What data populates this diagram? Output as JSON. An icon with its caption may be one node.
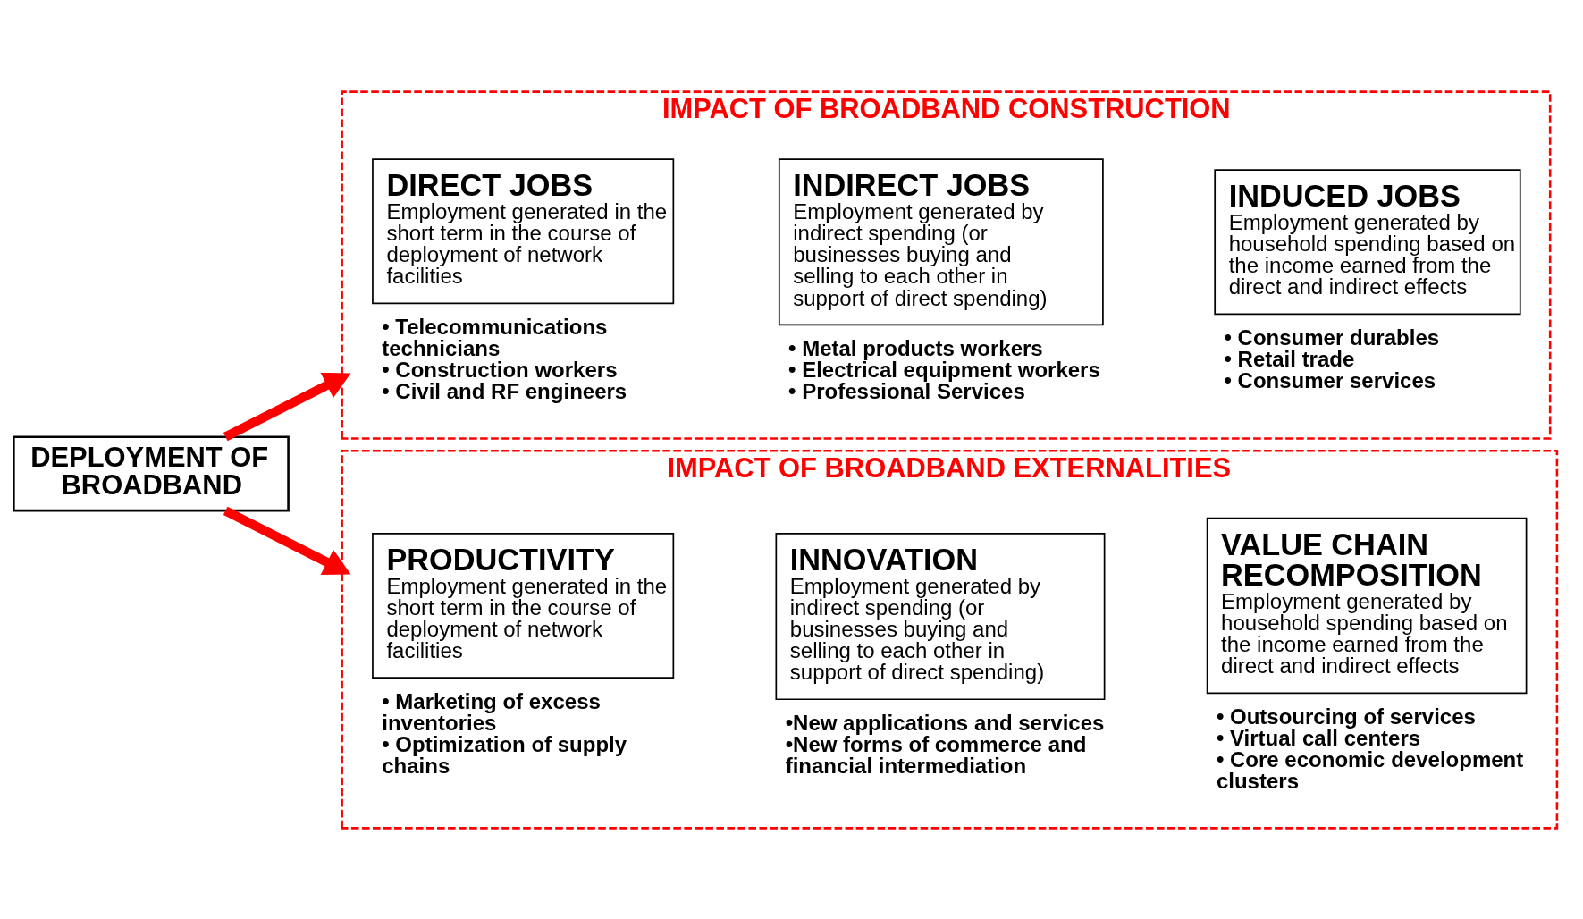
{
  "diagram": {
    "nodes": [
      {
        "text": [
          "DEPLOYMENT OF BROADBAND"
        ]
      },
      {
        "text": [
          "IMPACT OF BROADBAND CONSTRUCTION"
        ]
      },
      {
        "text": [
          "DIRECT JOBS",
          "Employment generated in the short term in the course of deployment of network facilities"
        ],
        "in": 1,
        "beside": [
          "• Telecommunications technicians",
          "• Construction workers",
          "• Civil and RF engineers"
        ]
      },
      {
        "text": [
          "INDIRECT JOBS",
          "Employment generated by indirect spending (or businesses buying and selling to each other in support of direct spending)"
        ],
        "in": 1,
        "beside": [
          "• Metal products workers",
          "• Electrical equipment workers",
          "• Professional Services"
        ]
      },
      {
        "text": [
          "INDUCED JOBS",
          "Employment generated by household spending based on the income earned from the direct and indirect effects"
        ],
        "in": 1,
        "beside": [
          "• Consumer durables",
          "• Retail trade",
          "• Consumer services"
        ]
      },
      {
        "text": [
          "IMPACT OF BROADBAND EXTERNALITIES"
        ]
      },
      {
        "text": [
          "PRODUCTIVITY",
          "Employment generated in the short term in the course of deployment of network facilities"
        ],
        "in": 5,
        "beside": [
          "• Marketing of excess inventories",
          "• Optimization of supply chains"
        ]
      },
      {
        "text": [
          "INNOVATION",
          "Employment generated by indirect spending (or businesses buying and selling to each other in support of direct spending)"
        ],
        "in": 5,
        "beside": [
          "•New applications and services",
          "•New forms of commerce and financial intermediation"
        ]
      },
      {
        "text": [
          "VALUE CHAIN RECOMPOSITION",
          "Employment generated by household spending based on the income earned from the direct and indirect effects"
        ],
        "in": 5,
        "beside": [
          "• Outsourcing of services",
          "• Virtual call centers",
          "• Core economic development clusters"
        ]
      }
    ],
    "edges": [
      {
        "from": 0,
        "to": 1,
        "arrow": "to"
      },
      {
        "from": 0,
        "to": 5,
        "arrow": "to"
      }
    ]
  }
}
